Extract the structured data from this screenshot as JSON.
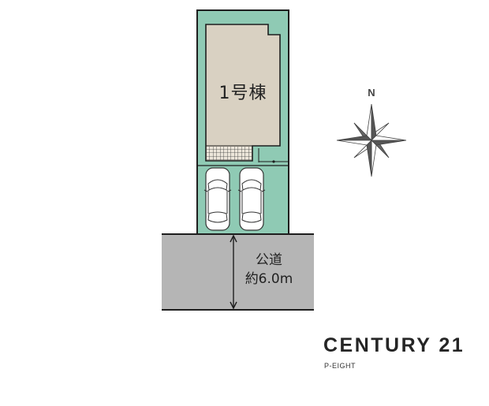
{
  "site_plan": {
    "building_label": "1号棟",
    "parking_spaces": 2,
    "road": {
      "label_line1": "公道",
      "label_line2": "約6.0m"
    },
    "compass": {
      "north_label": "N"
    },
    "colors": {
      "lot_green": "#8fcab4",
      "building_beige": "#d9d1c2",
      "road_gray": "#b5b5b5",
      "outline": "#1e1e1e"
    }
  },
  "branding": {
    "logo_text": "CENTURY 21",
    "office_name": "P-EIGHT"
  }
}
